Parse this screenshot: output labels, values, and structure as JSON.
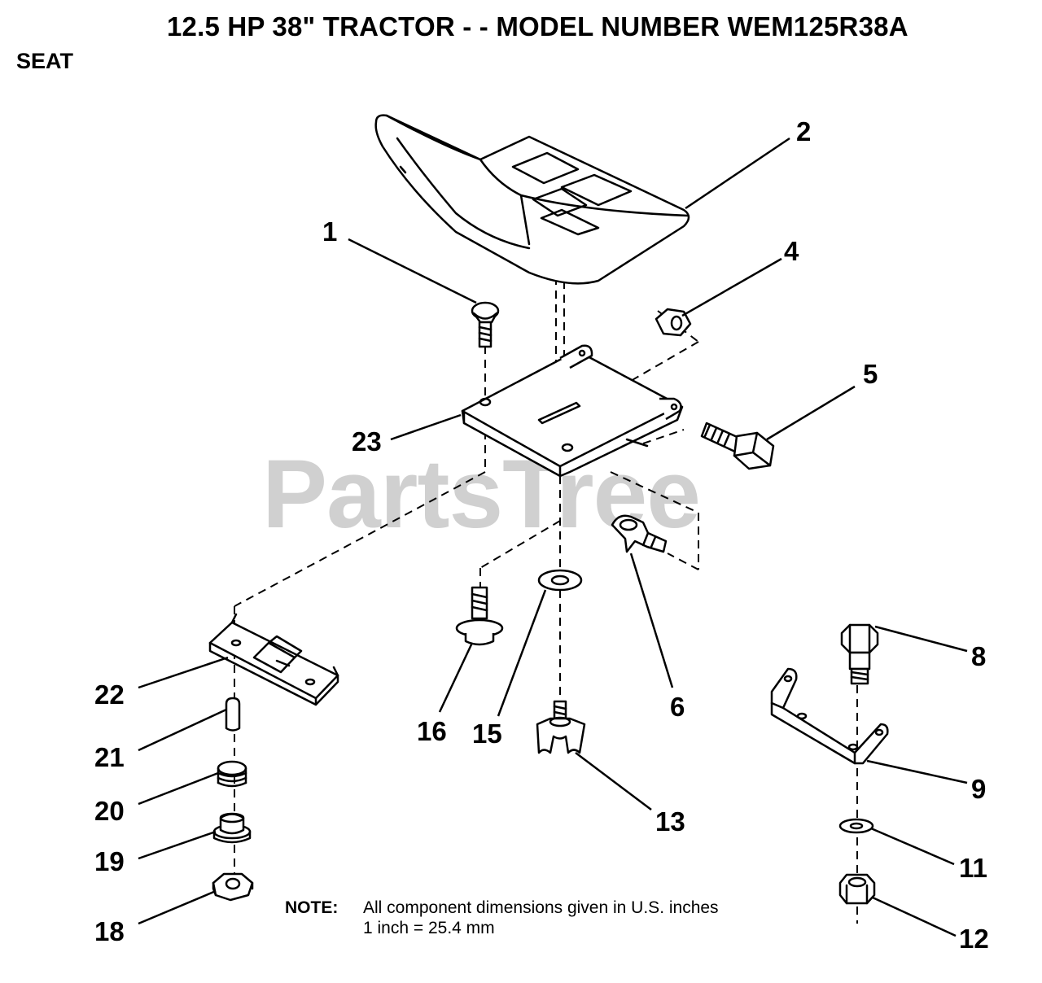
{
  "header": {
    "title": "12.5 HP 38\" TRACTOR - - MODEL NUMBER WEM125R38A",
    "section": "SEAT"
  },
  "watermark": "PartsTree",
  "note": {
    "label": "NOTE:",
    "line1": "All component dimensions given in U.S. inches",
    "line2": "1 inch = 25.4 mm"
  },
  "callouts": {
    "c1": "1",
    "c2": "2",
    "c4": "4",
    "c5": "5",
    "c6": "6",
    "c8": "8",
    "c9": "9",
    "c11": "11",
    "c12": "12",
    "c13": "13",
    "c15": "15",
    "c16": "16",
    "c18": "18",
    "c19": "19",
    "c20": "20",
    "c21": "21",
    "c22": "22",
    "c23": "23"
  },
  "parts": [
    {
      "ref": "1",
      "name": "carriage-bolt"
    },
    {
      "ref": "2",
      "name": "seat"
    },
    {
      "ref": "4",
      "name": "hex-nut"
    },
    {
      "ref": "5",
      "name": "hex-bolt"
    },
    {
      "ref": "6",
      "name": "seat-clip"
    },
    {
      "ref": "8",
      "name": "hex-bolt"
    },
    {
      "ref": "9",
      "name": "bracket"
    },
    {
      "ref": "11",
      "name": "washer"
    },
    {
      "ref": "12",
      "name": "lock-nut"
    },
    {
      "ref": "13",
      "name": "knob"
    },
    {
      "ref": "15",
      "name": "washer"
    },
    {
      "ref": "16",
      "name": "shoulder-bolt"
    },
    {
      "ref": "18",
      "name": "flange-nut"
    },
    {
      "ref": "19",
      "name": "bushing"
    },
    {
      "ref": "20",
      "name": "spring"
    },
    {
      "ref": "21",
      "name": "pin"
    },
    {
      "ref": "22",
      "name": "seat-slide-plate"
    },
    {
      "ref": "23",
      "name": "seat-pan"
    }
  ]
}
